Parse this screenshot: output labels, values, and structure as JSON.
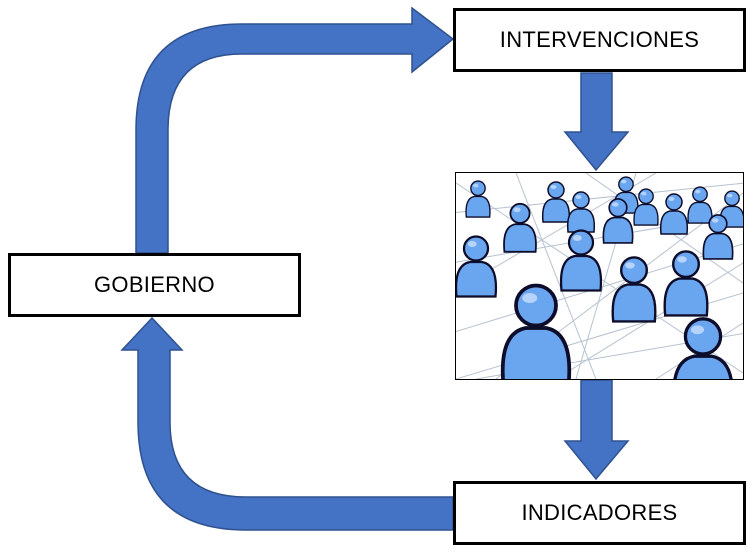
{
  "colors": {
    "arrow_fill": "#4472c4",
    "arrow_stroke": "#2f528f",
    "person_fill": "#6aa6f0",
    "person_stroke": "#0d0d2b",
    "network_line": "#b7c2d0",
    "box_border": "#000000"
  },
  "boxes": {
    "intervenciones": "INTERVENCIONES",
    "gobierno": "GOBIERNO",
    "indicadores": "INDICADORES"
  },
  "network_image": {
    "icon": "people-network-icon"
  }
}
